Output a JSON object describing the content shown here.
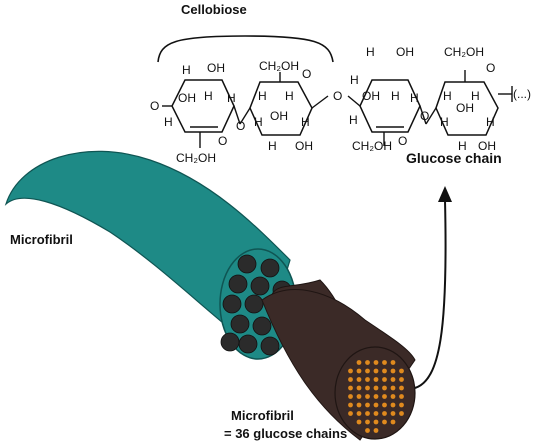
{
  "labels": {
    "cellobiose": "Cellobiose",
    "glucose_chain": "Glucose chain",
    "microfibril": "Microfibril",
    "microfibril_bottom_1": "Microfibril",
    "microfibril_bottom_2": "= 36 glucose chains",
    "ellipsis": "(...)"
  },
  "atoms": {
    "O": "O",
    "H": "H",
    "OH": "OH",
    "CH2OH": "CH₂OH"
  },
  "colors": {
    "teal": "#1e8a86",
    "teal_dark": "#0f5553",
    "brown": "#3b2a27",
    "dot_dark": "#2b2b2b",
    "dot_orange": "#e08a1e"
  }
}
